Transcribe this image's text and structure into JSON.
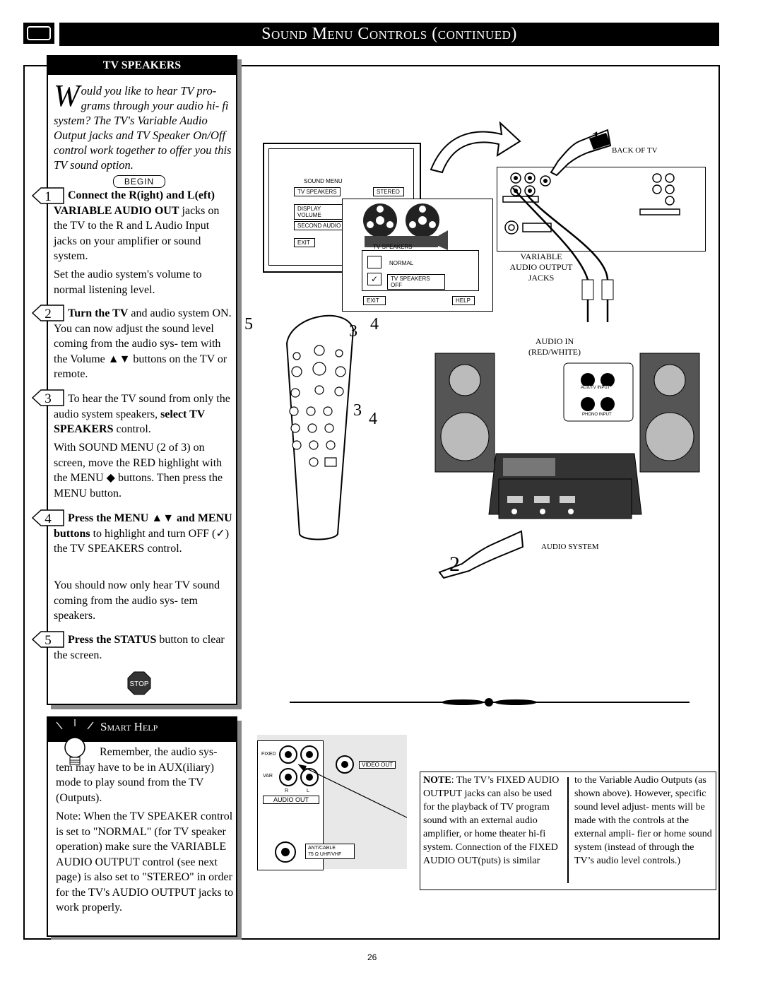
{
  "header": {
    "title": "Sound Menu Controls (continued)"
  },
  "tv_speakers": {
    "heading": "TV SPEAKERS",
    "intro_dropcap": "W",
    "intro_rest": "ould you like to hear TV pro- grams through your audio hi- fi system? The TV's Variable Audio Output jacks and TV Speaker On/Off control work together to offer you this TV sound option.",
    "begin": "BEGIN",
    "steps": [
      {
        "num": "1",
        "bold": "Connect the R(ight) and L(eft) VARIABLE AUDIO OUT",
        "rest": " jacks on the TV to the R and L Audio Input jacks on your amplifier or sound system.",
        "extra": "Set the audio system's volume to normal listening level."
      },
      {
        "num": "2",
        "bold": "Turn the TV",
        "rest": " and audio system ON. You can now adjust the sound level coming from the audio sys- tem with the Volume ▲▼ buttons on the TV or remote.",
        "extra": ""
      },
      {
        "num": "3",
        "pre": "To hear the TV sound from only the audio system speakers, ",
        "bold": "select TV SPEAKERS",
        "rest": " control.",
        "extra": "With SOUND MENU (2 of 3) on screen, move the RED highlight with the MENU ◆ buttons. Then press the MENU button."
      },
      {
        "num": "4",
        "bold": "Press the MENU ▲▼ and MENU buttons",
        "rest": " to highlight and turn OFF (✓) the TV SPEAKERS control.",
        "extra": "You should now only hear TV sound coming from the audio sys- tem speakers."
      },
      {
        "num": "5",
        "bold": "Press the STATUS",
        "rest": " button to clear the screen.",
        "extra": ""
      }
    ],
    "stop": "STOP"
  },
  "smart_help": {
    "heading": "Smart Help",
    "text1": "Remember, the audio sys- tem may have to be in AUX(iliary) mode to play sound from the TV (Outputs).",
    "text2": "Note: When the TV SPEAKER control is set to \"NORMAL\" (for TV speaker operation) make sure the VARIABLE AUDIO OUTPUT control (see next page) is also set to \"STEREO\" in order for the TV's AUDIO OUTPUT jacks to work properly."
  },
  "diagram": {
    "back_of_tv": "BACK OF TV",
    "variable_audio": "VARIABLE AUDIO OUTPUT JACKS",
    "audio_in": "AUDIO IN (RED/WHITE)",
    "audio_system": "AUDIO SYSTEM",
    "sound_menu": "SOUND MENU",
    "menu_items": [
      "TV SPEAKERS",
      "DISPLAY VOLUME",
      "SECOND AUDIO",
      "EXIT"
    ],
    "stereo": "STEREO",
    "sub_title": "TV SPEAKERS",
    "normal": "NORMAL",
    "tv_speakers_off": "TV SPEAKERS OFF",
    "exit": "EXIT",
    "help": "HELP",
    "aux_tv_input": "AUX/TV INPUT",
    "phono_input": "PHONO INPUT",
    "callouts": [
      "1",
      "2",
      "3",
      "4",
      "5"
    ]
  },
  "jack_panel": {
    "fixed": "FIXED",
    "var": "VAR",
    "audio_out": "AUDIO OUT",
    "video_out": "VIDEO OUT",
    "ant_cable": "ANT/CABLE",
    "uhf_vhf": "75 Ω UHF/VHF",
    "r": "R",
    "l": "L"
  },
  "note_box": {
    "left_bold": "NOTE",
    "left_text": ": The TV’s FIXED AUDIO OUTPUT jacks can also be used for the playback of TV program sound with an external audio amplifier, or home theater hi-fi system. Connection of the FIXED AUDIO OUT(puts) is similar",
    "right_text": "to the Variable Audio Outputs (as shown above). However, specific sound level adjust- ments will be made with the controls at the external ampli- fier or home sound system (instead of through the TV’s audio level controls.)"
  },
  "page_number": "26"
}
